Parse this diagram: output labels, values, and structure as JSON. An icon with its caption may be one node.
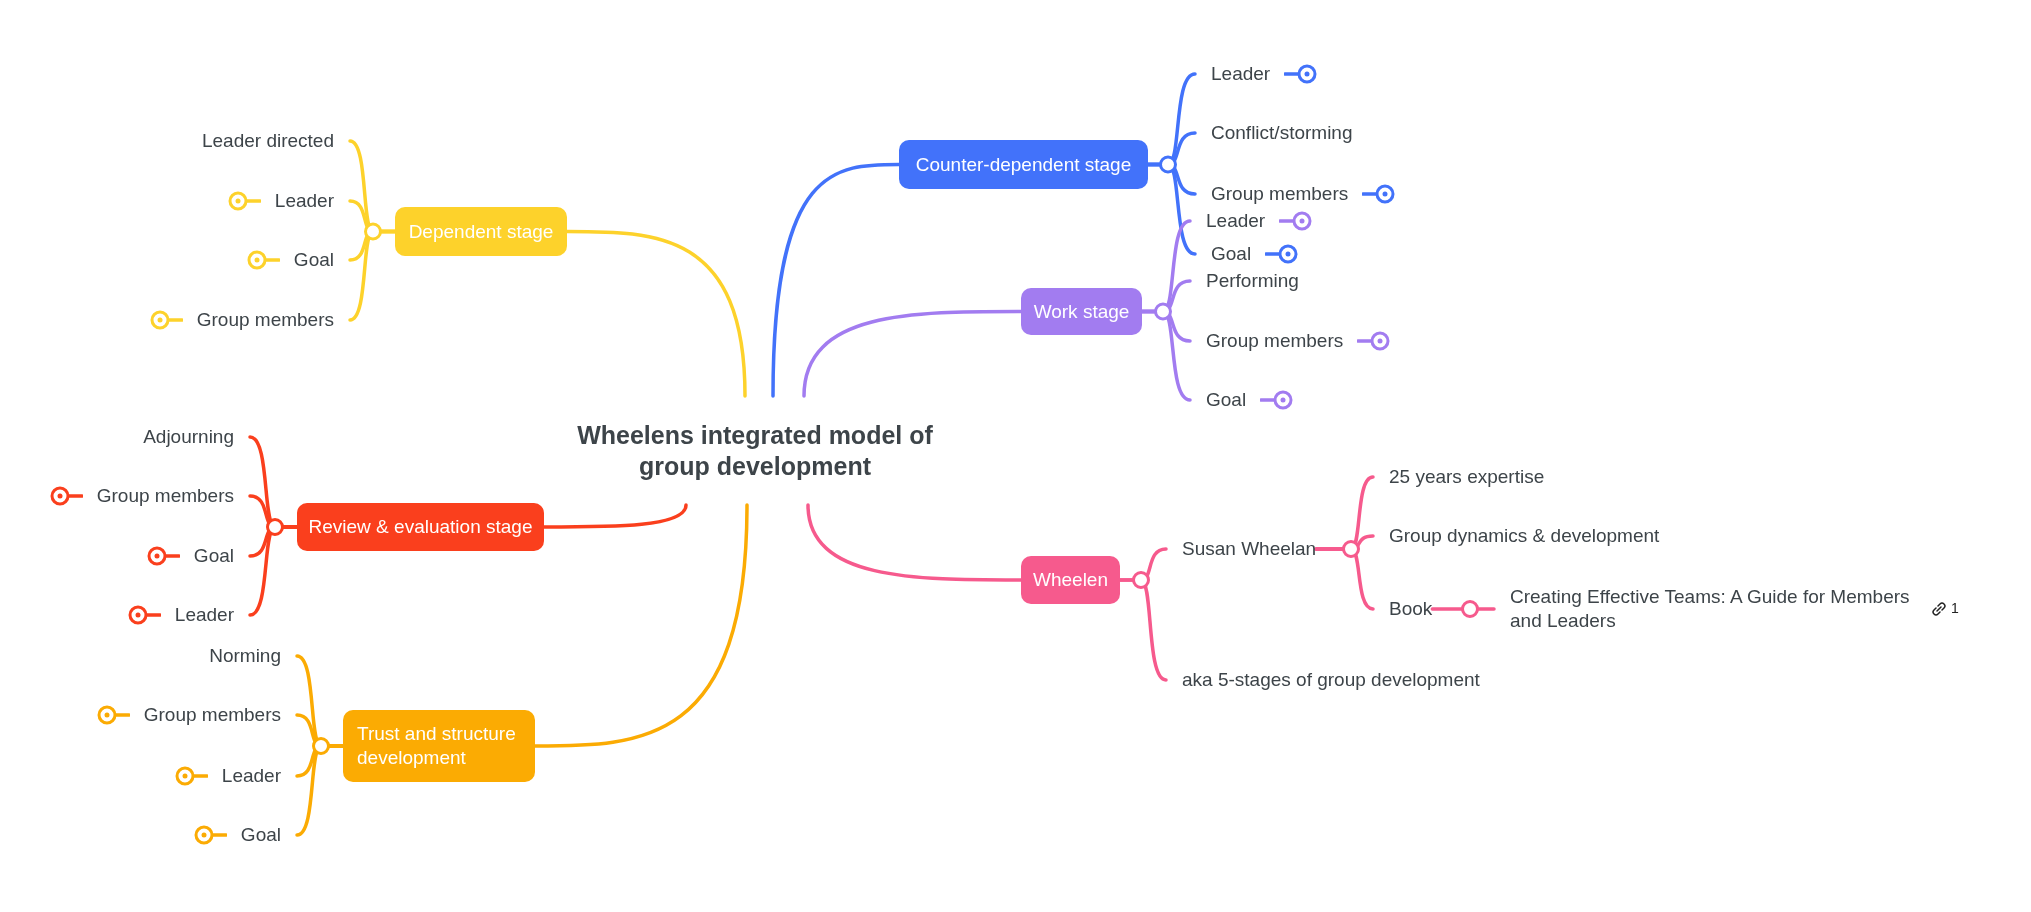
{
  "diagram": {
    "nodes": [
      {
        "text": [
          "Wheelens integrated model of group development"
        ]
      },
      {
        "text": [
          "Dependent stage"
        ]
      },
      {
        "text": [
          "Leader directed"
        ]
      },
      {
        "text": [
          "Leader"
        ]
      },
      {
        "text": [
          "Goal"
        ]
      },
      {
        "text": [
          "Group members"
        ]
      },
      {
        "text": [
          "Counter-dependent stage"
        ]
      },
      {
        "text": [
          "Leader"
        ]
      },
      {
        "text": [
          "Conflict/storming"
        ]
      },
      {
        "text": [
          "Group members"
        ]
      },
      {
        "text": [
          "Goal"
        ]
      },
      {
        "text": [
          "Work stage"
        ]
      },
      {
        "text": [
          "Leader"
        ]
      },
      {
        "text": [
          "Performing"
        ]
      },
      {
        "text": [
          "Group members"
        ]
      },
      {
        "text": [
          "Goal"
        ]
      },
      {
        "text": [
          "Review & evaluation stage"
        ]
      },
      {
        "text": [
          "Adjourning"
        ]
      },
      {
        "text": [
          "Group members"
        ]
      },
      {
        "text": [
          "Goal"
        ]
      },
      {
        "text": [
          "Leader"
        ]
      },
      {
        "text": [
          "Trust and structure development"
        ]
      },
      {
        "text": [
          "Norming"
        ]
      },
      {
        "text": [
          "Group members"
        ]
      },
      {
        "text": [
          "Leader"
        ]
      },
      {
        "text": [
          "Goal"
        ]
      },
      {
        "text": [
          "Wheelen"
        ]
      },
      {
        "text": [
          "Susan Wheelan"
        ]
      },
      {
        "text": [
          "25 years expertise"
        ]
      },
      {
        "text": [
          "Group dynamics & development"
        ]
      },
      {
        "text": [
          "Book"
        ]
      },
      {
        "text": [
          "Creating Effective Teams: A Guide for Members and Leaders"
        ]
      },
      {
        "text": [
          "aka 5-stages of group development"
        ]
      }
    ],
    "edges": [
      {
        "from": 0,
        "to": 1,
        "arrow": "none",
        "color": "#fdd22b"
      },
      {
        "from": 1,
        "to": 2,
        "arrow": "none",
        "color": "#fdd22b"
      },
      {
        "from": 1,
        "to": 3,
        "arrow": "none",
        "color": "#fdd22b"
      },
      {
        "from": 1,
        "to": 4,
        "arrow": "none",
        "color": "#fdd22b"
      },
      {
        "from": 1,
        "to": 5,
        "arrow": "none",
        "color": "#fdd22b"
      },
      {
        "from": 0,
        "to": 6,
        "arrow": "none",
        "color": "#4272fa"
      },
      {
        "from": 6,
        "to": 7,
        "arrow": "none",
        "color": "#4272fa"
      },
      {
        "from": 6,
        "to": 8,
        "arrow": "none",
        "color": "#4272fa"
      },
      {
        "from": 6,
        "to": 9,
        "arrow": "none",
        "color": "#4272fa"
      },
      {
        "from": 6,
        "to": 10,
        "arrow": "none",
        "color": "#4272fa"
      },
      {
        "from": 0,
        "to": 11,
        "arrow": "none",
        "color": "#a27cf0"
      },
      {
        "from": 11,
        "to": 12,
        "arrow": "none",
        "color": "#a27cf0"
      },
      {
        "from": 11,
        "to": 13,
        "arrow": "none",
        "color": "#a27cf0"
      },
      {
        "from": 11,
        "to": 14,
        "arrow": "none",
        "color": "#a27cf0"
      },
      {
        "from": 11,
        "to": 15,
        "arrow": "none",
        "color": "#a27cf0"
      },
      {
        "from": 0,
        "to": 16,
        "arrow": "none",
        "color": "#fa3f1d"
      },
      {
        "from": 16,
        "to": 17,
        "arrow": "none",
        "color": "#fa3f1d"
      },
      {
        "from": 16,
        "to": 18,
        "arrow": "none",
        "color": "#fa3f1d"
      },
      {
        "from": 16,
        "to": 19,
        "arrow": "none",
        "color": "#fa3f1d"
      },
      {
        "from": 16,
        "to": 20,
        "arrow": "none",
        "color": "#fa3f1d"
      },
      {
        "from": 0,
        "to": 21,
        "arrow": "none",
        "color": "#fbab03"
      },
      {
        "from": 21,
        "to": 22,
        "arrow": "none",
        "color": "#fbab03"
      },
      {
        "from": 21,
        "to": 23,
        "arrow": "none",
        "color": "#fbab03"
      },
      {
        "from": 21,
        "to": 24,
        "arrow": "none",
        "color": "#fbab03"
      },
      {
        "from": 21,
        "to": 25,
        "arrow": "none",
        "color": "#fbab03"
      },
      {
        "from": 0,
        "to": 26,
        "arrow": "none",
        "color": "#f65a8d"
      },
      {
        "from": 26,
        "to": 27,
        "arrow": "none",
        "color": "#f65a8d"
      },
      {
        "from": 27,
        "to": 28,
        "arrow": "none",
        "color": "#f65a8d"
      },
      {
        "from": 27,
        "to": 29,
        "arrow": "none",
        "color": "#f65a8d"
      },
      {
        "from": 27,
        "to": 30,
        "arrow": "none",
        "color": "#f65a8d"
      },
      {
        "from": 30,
        "to": 31,
        "arrow": "none",
        "color": "#f65a8d"
      },
      {
        "from": 26,
        "to": 32,
        "arrow": "none",
        "color": "#f65a8d"
      }
    ],
    "labels": [
      "1"
    ]
  }
}
